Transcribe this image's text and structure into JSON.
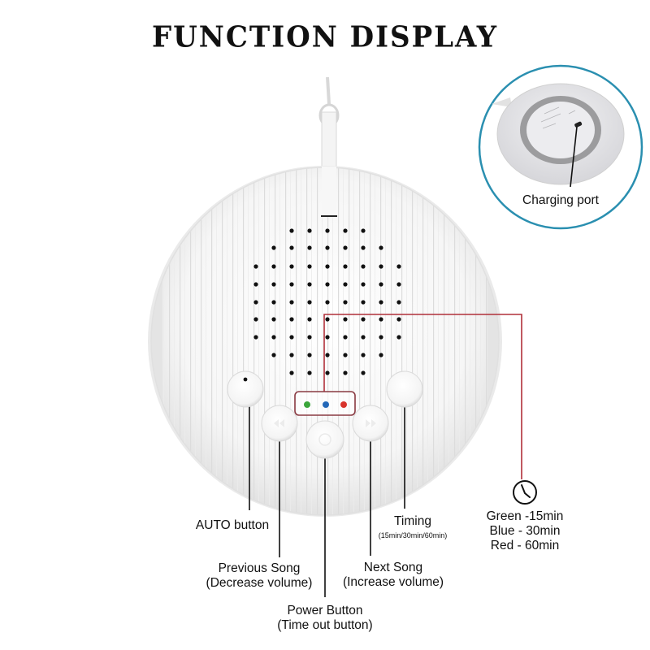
{
  "header": {
    "title": "FUNCTION DISPLAY"
  },
  "inset": {
    "label": "Charging port",
    "border_color": "#2a8fb0"
  },
  "device": {
    "led_indicators": [
      {
        "name": "green",
        "color": "#3aa53a"
      },
      {
        "name": "blue",
        "color": "#2468b8"
      },
      {
        "name": "red",
        "color": "#d8342c"
      }
    ],
    "callout_color": "#b0303a"
  },
  "buttons": {
    "auto": {
      "label": "AUTO button"
    },
    "previous": {
      "label": "Previous Song",
      "sublabel": "(Decrease volume)"
    },
    "power": {
      "label": "Power Button",
      "sublabel": "(Time out button)"
    },
    "next": {
      "label": "Next Song",
      "sublabel": "(Increase volume)"
    },
    "timing": {
      "label": "Timing",
      "sublabel": "(15min/30min/60min)"
    }
  },
  "timer_legend": {
    "icon": "clock-icon",
    "lines": [
      "Green -15min",
      "Blue - 30min",
      "Red - 60min"
    ]
  }
}
